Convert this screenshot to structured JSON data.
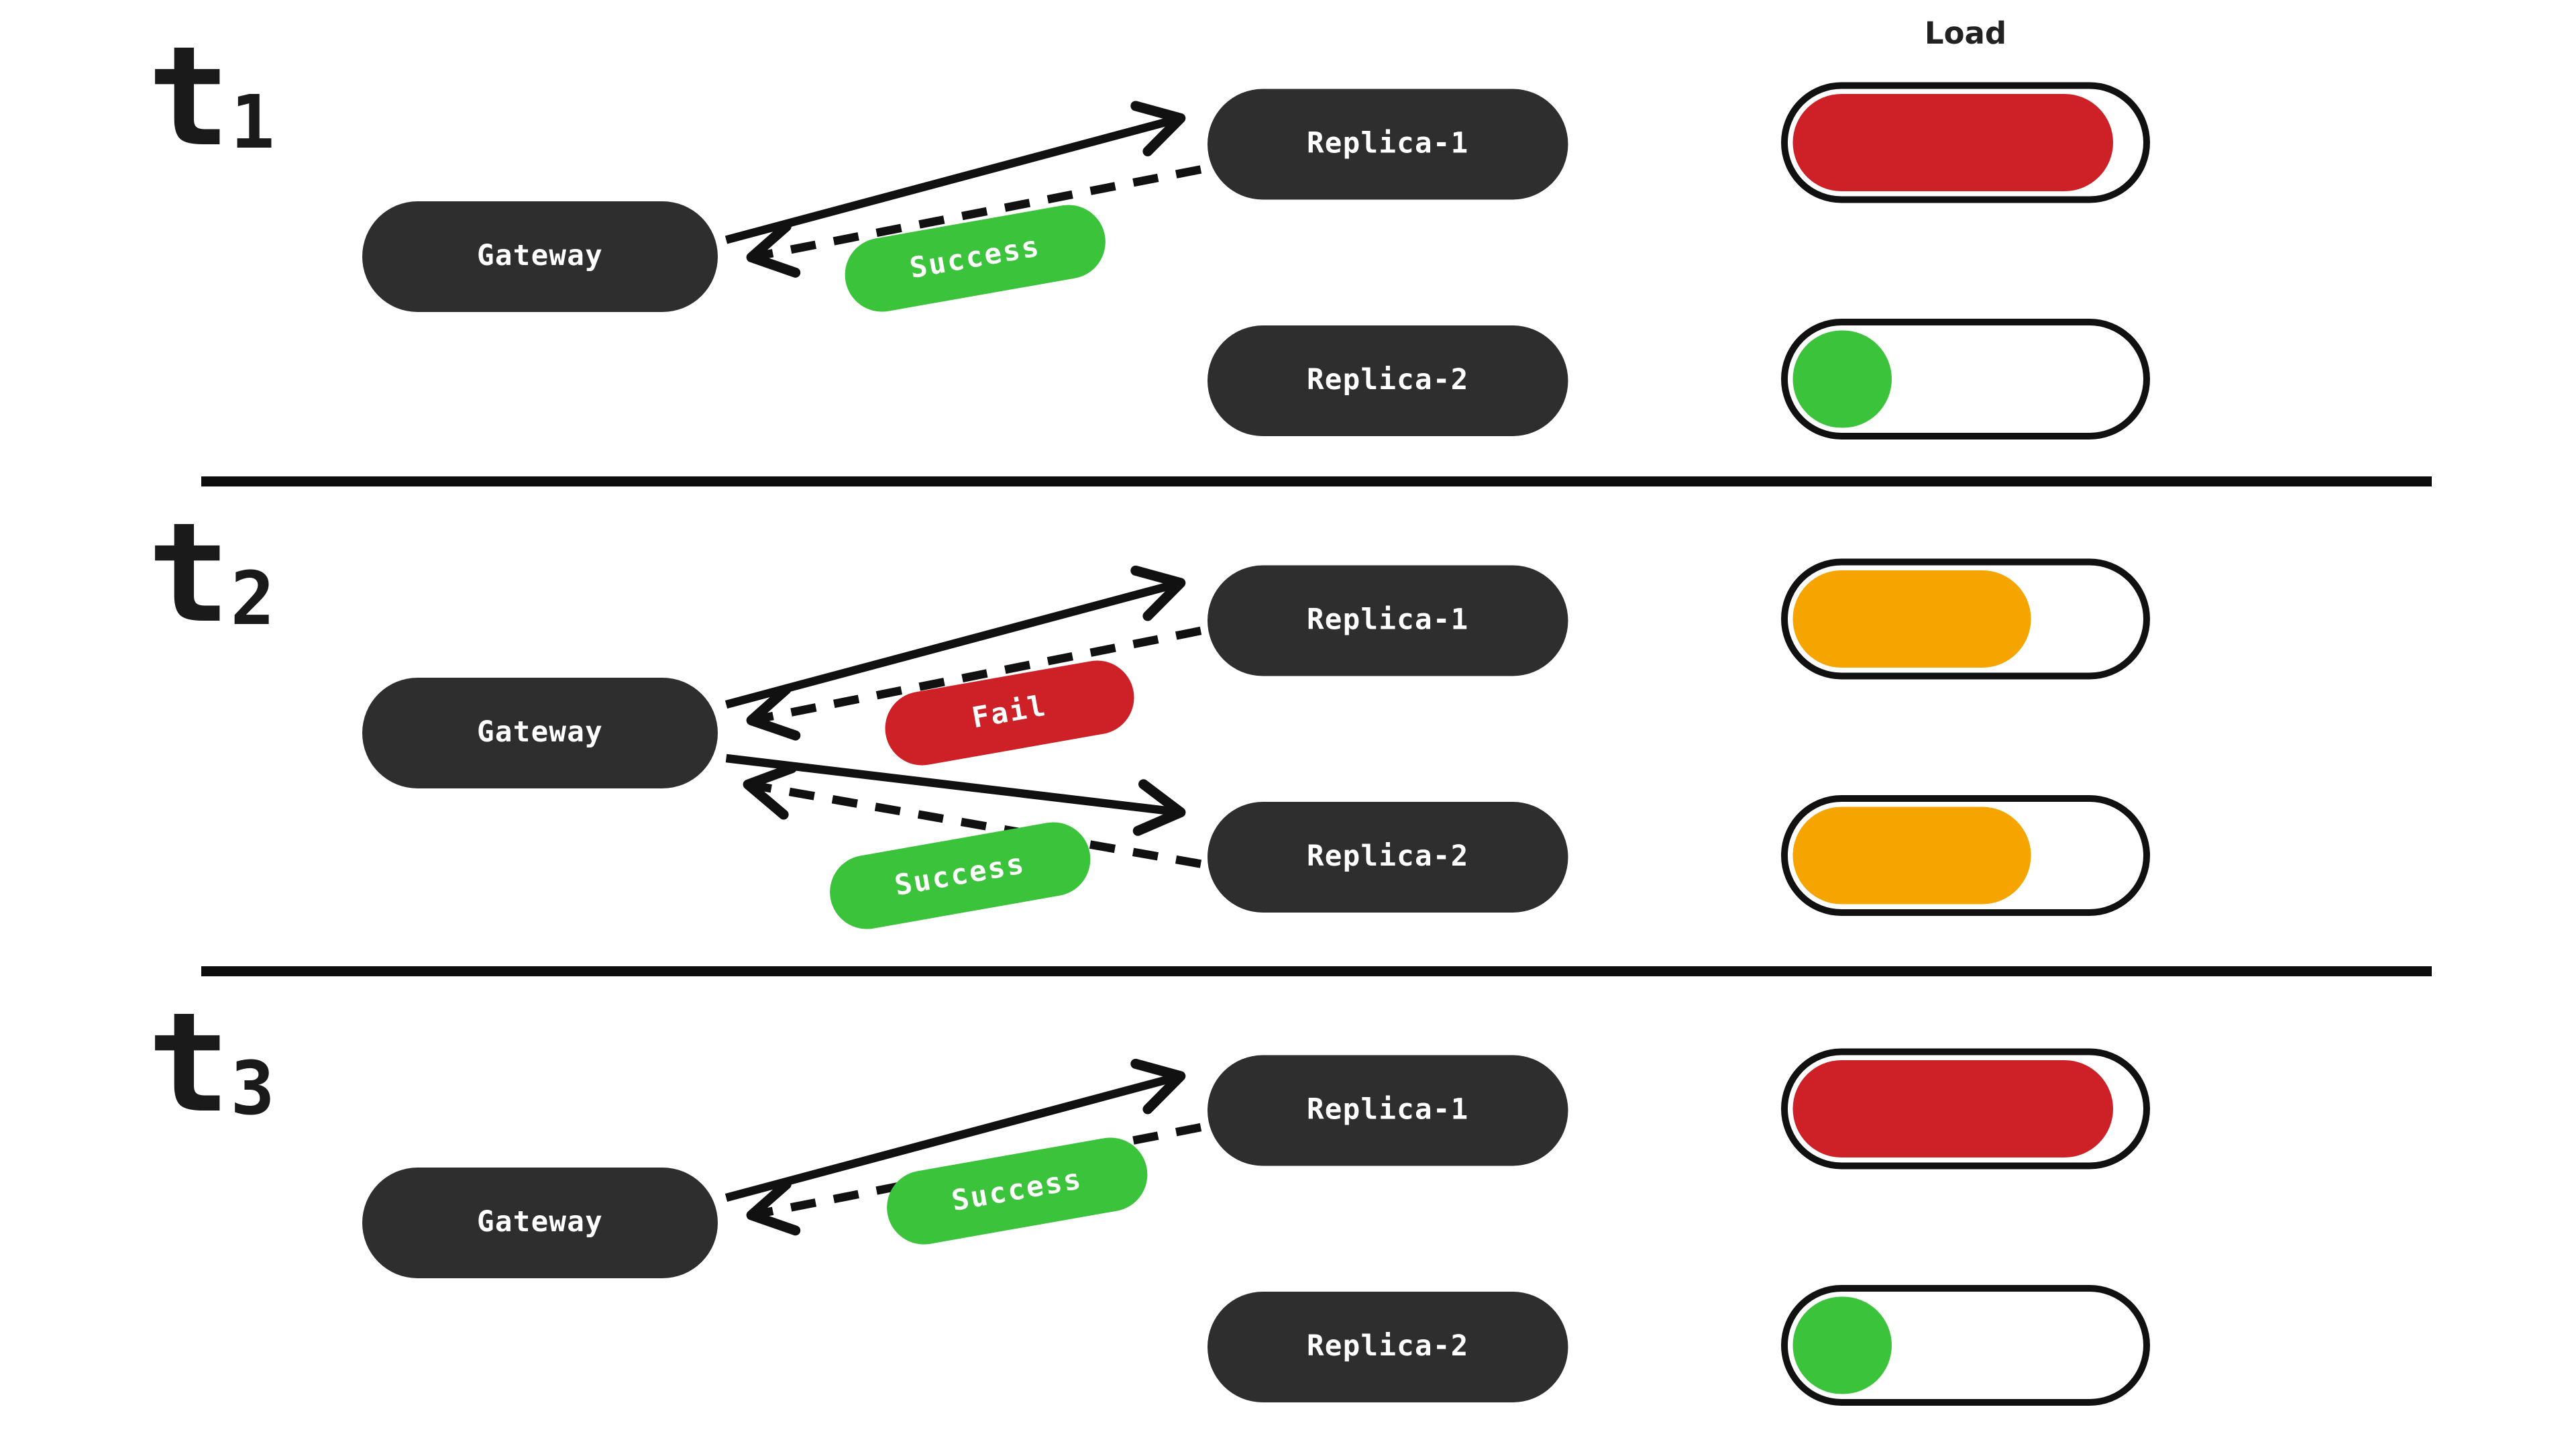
{
  "load_header": "Load",
  "colors": {
    "node_bg": "#2e2e2e",
    "success_green": "#3cc33c",
    "fail_red": "#ce2127",
    "warn_orange": "#f6a400",
    "outline_black": "#111111"
  },
  "sections": [
    {
      "time_label": "t",
      "time_subscript": "1",
      "gateway_label": "Gateway",
      "replica1": {
        "label": "Replica-1",
        "load_pct": 90,
        "load_color": "#ce2127"
      },
      "replica2": {
        "label": "Replica-2",
        "load_pct": 28,
        "load_color": "#3cc33c"
      },
      "messages": [
        {
          "text": "Success",
          "color": "#3cc33c"
        }
      ]
    },
    {
      "time_label": "t",
      "time_subscript": "2",
      "gateway_label": "Gateway",
      "replica1": {
        "label": "Replica-1",
        "load_pct": 67,
        "load_color": "#f6a400"
      },
      "replica2": {
        "label": "Replica-2",
        "load_pct": 67,
        "load_color": "#f6a400"
      },
      "messages": [
        {
          "text": "Fail",
          "color": "#ce2127"
        },
        {
          "text": "Success",
          "color": "#3cc33c"
        }
      ]
    },
    {
      "time_label": "t",
      "time_subscript": "3",
      "gateway_label": "Gateway",
      "replica1": {
        "label": "Replica-1",
        "load_pct": 90,
        "load_color": "#ce2127"
      },
      "replica2": {
        "label": "Replica-2",
        "load_pct": 28,
        "load_color": "#3cc33c"
      },
      "messages": [
        {
          "text": "Success",
          "color": "#3cc33c"
        }
      ]
    }
  ]
}
